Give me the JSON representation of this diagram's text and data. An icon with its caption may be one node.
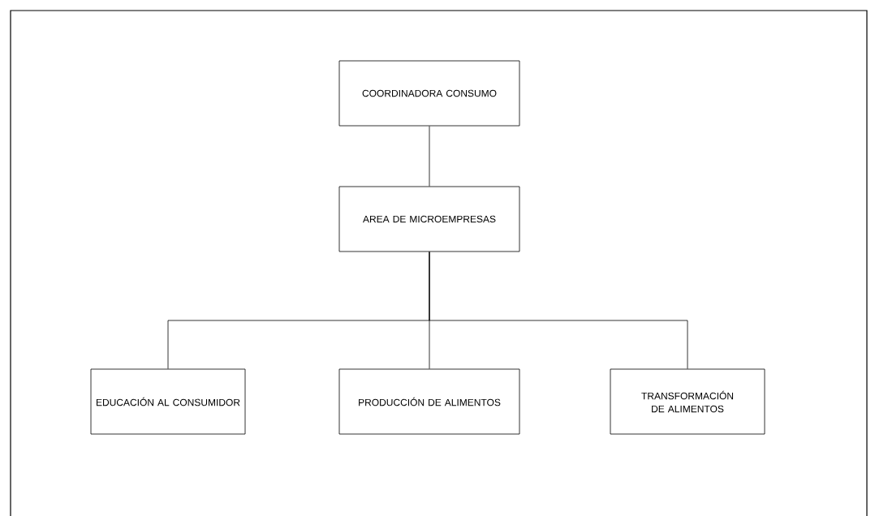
{
  "diagram": {
    "nodes": [
      {
        "text": [
          "COORDINADORA CONSUMO"
        ]
      },
      {
        "text": [
          "AREA DE MICROEMPRESAS"
        ]
      },
      {
        "text": [
          "EDUCACIÓN AL CONSUMIDOR"
        ]
      },
      {
        "text": [
          "PRODUCCIÓN DE ALIMENTOS"
        ]
      },
      {
        "text": [
          "TRANSFORMACIÓN DE ALIMENTOS"
        ]
      }
    ],
    "edges": [
      {
        "from": 0,
        "to": 1,
        "arrow": "none"
      },
      {
        "from": 1,
        "to": 2,
        "arrow": "none"
      },
      {
        "from": 1,
        "to": 3,
        "arrow": "none"
      },
      {
        "from": 1,
        "to": 4,
        "arrow": "none"
      }
    ]
  }
}
